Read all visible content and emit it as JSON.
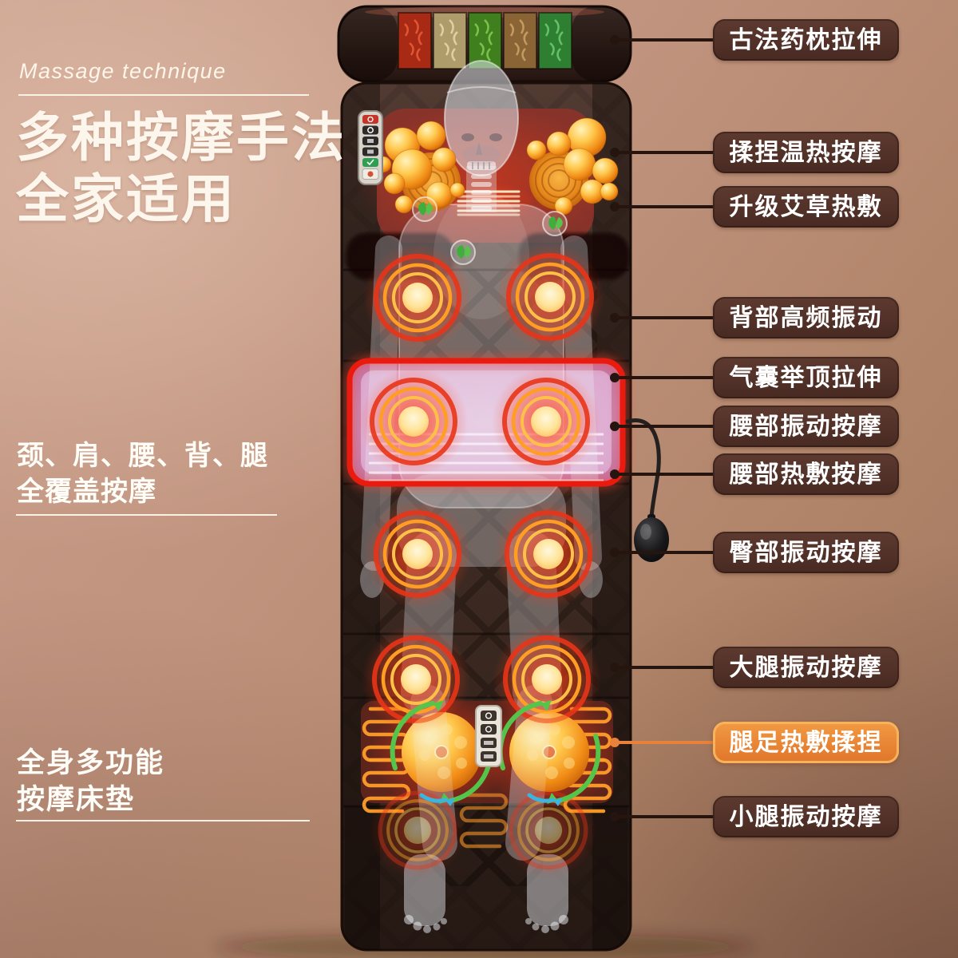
{
  "page": {
    "eyebrow": "Massage technique",
    "title_line1": "多种按摩手法",
    "title_line2": "全家适用",
    "note_mid_line1": "颈、肩、腰、背、腿",
    "note_mid_line2": "全覆盖按摩",
    "note_bottom_line1": "全身多功能",
    "note_bottom_line2": "按摩床垫"
  },
  "callouts": [
    {
      "text": "古法药枕拉伸",
      "highlight": false
    },
    {
      "text": "揉捏温热按摩",
      "highlight": false
    },
    {
      "text": "升级艾草热敷",
      "highlight": false
    },
    {
      "text": "背部高频振动",
      "highlight": false
    },
    {
      "text": "气囊举顶拉伸",
      "highlight": false
    },
    {
      "text": "腰部振动按摩",
      "highlight": false
    },
    {
      "text": "腰部热敷按摩",
      "highlight": false
    },
    {
      "text": "臀部振动按摩",
      "highlight": false
    },
    {
      "text": "大腿振动按摩",
      "highlight": false
    },
    {
      "text": "腿足热敷揉捏",
      "highlight": true
    },
    {
      "text": "小腿振动按摩",
      "highlight": false
    }
  ],
  "colors": {
    "background_base": "#b98e7a",
    "heading_text": "#fdf6ec",
    "callout_bg": "#54342c",
    "callout_text": "#ffffff",
    "callout_highlight_bg": "#e8823a",
    "callout_highlight_border": "#f6b35c",
    "connector": "#26150f",
    "waist_band_border": "#ea1a0e",
    "massage_glow": "#ff5a1e",
    "herb_green": "#3fae3c"
  },
  "illustration": {
    "name": "full-body-massage-mattress-with-translucent-body",
    "herb_compartments": [
      "red-safflower",
      "dried-herb",
      "green-herb",
      "ginger-slices",
      "mint-leaves"
    ]
  }
}
